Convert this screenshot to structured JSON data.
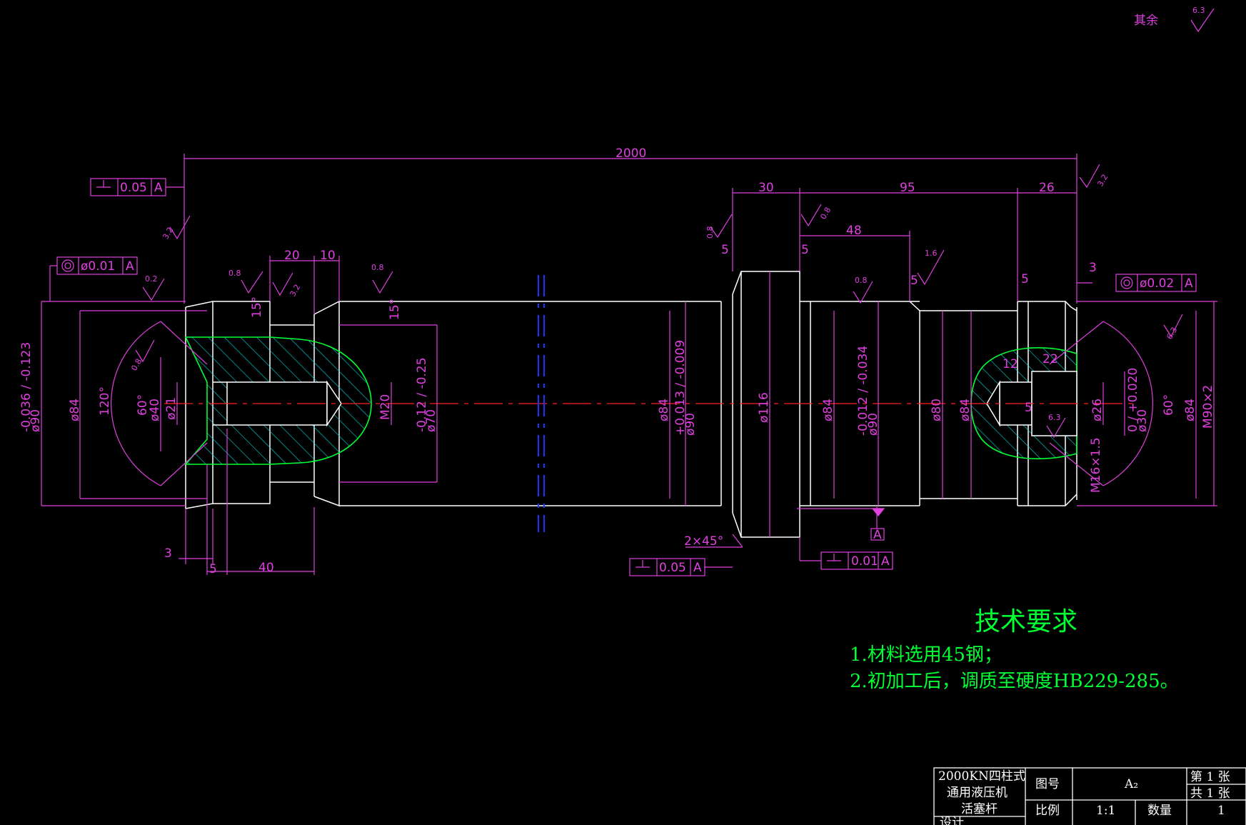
{
  "colors": {
    "background": "#000000",
    "outline": "#ffffff",
    "dimension": "#e040e0",
    "hatch": "#00e0e0",
    "boundary": "#00ff33",
    "centerline": "#ff2020",
    "break_line": "#2030ff"
  },
  "roughness": {
    "other": "其余",
    "other_value": "6.3",
    "r_3_2": "3.2",
    "r_0_8": "0.8",
    "r_0_2": "0.2",
    "r_1_6": "1.6",
    "r_6_3": "6.3"
  },
  "dimensions": {
    "overall_length": "2000",
    "d30": "30",
    "d95": "95",
    "d26": "26",
    "d48": "48",
    "d20": "20",
    "d10": "10",
    "d5": "5",
    "d3": "3",
    "d40": "40",
    "d12": "12",
    "d22": "22",
    "chamfer": "2×45°",
    "angle15": "15°",
    "angle120": "120°",
    "angle60": "60°",
    "phi90_left": "ø90",
    "phi90_left_tol": "-0.036 / -0.123",
    "phi84": "ø84",
    "phi40": "ø40",
    "phi21": "ø21",
    "m20": "M20",
    "phi70": "ø70",
    "phi70_tol": "-0.12 / -0.25",
    "phi90_b": "ø90",
    "phi90_b_tol": "+0.013 / -0.009",
    "phi116": "ø116",
    "phi90_c": "ø90",
    "phi90_c_tol": "-0.012 / -0.034",
    "phi80": "ø80",
    "phi26": "ø26",
    "phi30": "ø30",
    "phi30_tol": "0 / +0.020",
    "m16": "M16×1.5",
    "m90": "M90×2"
  },
  "tolerances": {
    "perp_top": {
      "value": "0.05",
      "datum": "A"
    },
    "conc_left": {
      "value": "ø0.01",
      "datum": "A"
    },
    "conc_right": {
      "value": "ø0.02",
      "datum": "A"
    },
    "perp_bottom1": {
      "value": "0.05",
      "datum": "A"
    },
    "perp_bottom2": {
      "value": "0.01",
      "datum": "A"
    },
    "datum_label": "A"
  },
  "tech_requirements": {
    "title": "技术要求",
    "items": [
      "1.材料选用45钢；",
      "2.初加工后，调质至硬度HB229-285。"
    ]
  },
  "title_block": {
    "name_line1": "2000KN四柱式",
    "name_line2": "通用液压机",
    "name_line3": "活塞杆",
    "drawing_no_label": "图号",
    "drawing_no": "A₂",
    "sheet": "第 1 张",
    "total": "共 1 张",
    "scale_label": "比例",
    "scale": "1:1",
    "qty_label": "数量",
    "qty": "1",
    "designer_label": "设计"
  }
}
